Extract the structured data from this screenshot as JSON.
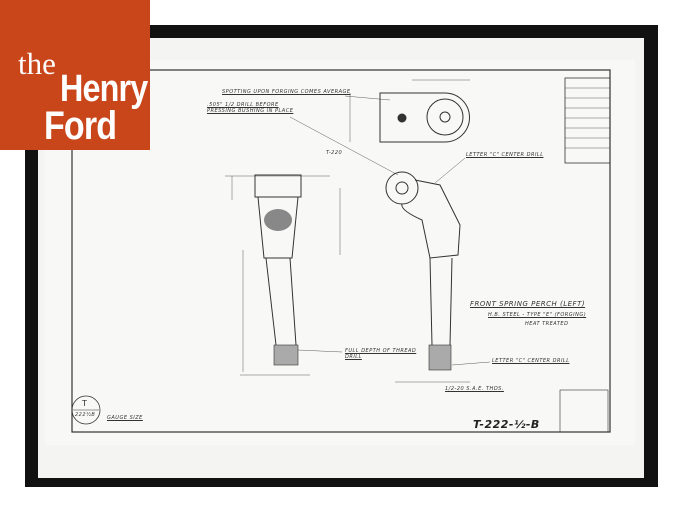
{
  "logo": {
    "line1": "the",
    "line2": "Henry",
    "line3": "Ford",
    "brand_color": "#c9461a"
  },
  "drawing": {
    "title": "FRONT SPRING PERCH (LEFT)",
    "material": "H.B. STEEL - TYPE \"E\" (FORGING)",
    "treatment": "HEAT TREATED",
    "number": "T-222-½-B",
    "notes": [
      "SPOTTING UPON FORGING COMES AVERAGE",
      ".505\" 1/2 DRILL BEFORE PRESSING BUSHING IN PLACE",
      "LETTER \"C\" CENTER DRILL",
      "FULL DEPTH OF THREAD DRILL",
      "LETTER \"C\" CENTER DRILL",
      "1/2-20 S.A.E. THDS.",
      "GAUGE SIZE"
    ],
    "part_ref": "T-220",
    "stamp": {
      "top": "T",
      "bottom": "222½B"
    }
  }
}
